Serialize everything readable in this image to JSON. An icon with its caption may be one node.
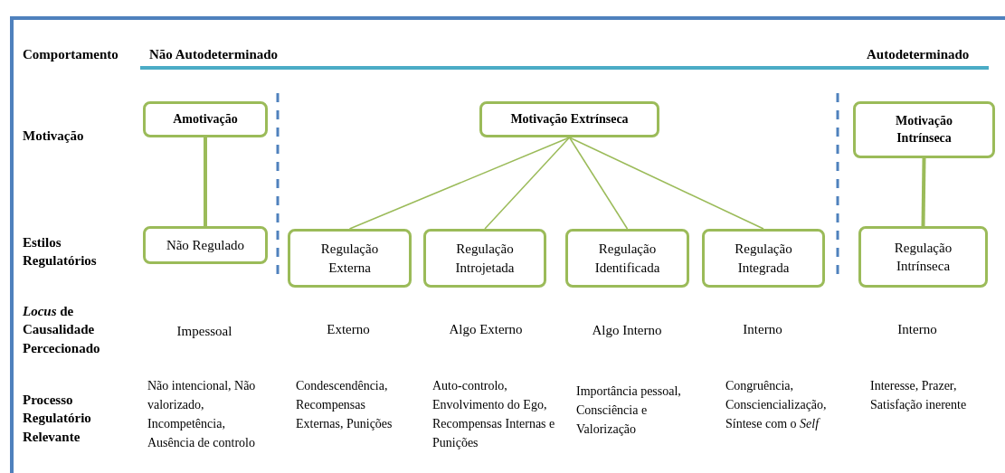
{
  "diagram": {
    "nodes": [
      {
        "text": [
          "Amotivação"
        ]
      },
      {
        "text": [
          "Motivação Extrínseca"
        ]
      },
      {
        "text": [
          "Motivação Intrínseca"
        ]
      },
      {
        "text": [
          "Não Regulado"
        ]
      },
      {
        "text": [
          "Regulação Externa"
        ]
      },
      {
        "text": [
          "Regulação Introjetada"
        ]
      },
      {
        "text": [
          "Regulação Identificada"
        ]
      },
      {
        "text": [
          "Regulação Integrada"
        ]
      },
      {
        "text": [
          "Regulação Intrínseca"
        ]
      }
    ],
    "edges": [
      {
        "from": 0,
        "to": 3,
        "arrow": "none",
        "style": "thick"
      },
      {
        "from": 1,
        "to": 4,
        "arrow": "none"
      },
      {
        "from": 1,
        "to": 5,
        "arrow": "none"
      },
      {
        "from": 1,
        "to": 6,
        "arrow": "none"
      },
      {
        "from": 1,
        "to": 7,
        "arrow": "none"
      },
      {
        "from": 2,
        "to": 8,
        "arrow": "none",
        "style": "thick"
      }
    ],
    "labels": [
      "Comportamento",
      "Não Autodeterminado",
      "Autodeterminado",
      "Motivação",
      "Estilos Regulatórios",
      "*Locus* de Causalidade Percecionado",
      "Impessoal",
      "Externo",
      "Algo Externo",
      "Algo Interno",
      "Interno",
      "Interno",
      "Processo Regulatório Relevante",
      "Não intencional, Não valorizado, Incompetência, Ausência de controlo",
      "Condescendência, Recompensas Externas, Punições",
      "Auto-controlo, Envolvimento do Ego, Recompensas Internas e Punições",
      "Importância pessoal, Consciência e Valorização",
      "Congruência, Consciencialização, Síntese com o *Self*",
      "Interesse, Prazer, Satisfação inerente"
    ]
  }
}
